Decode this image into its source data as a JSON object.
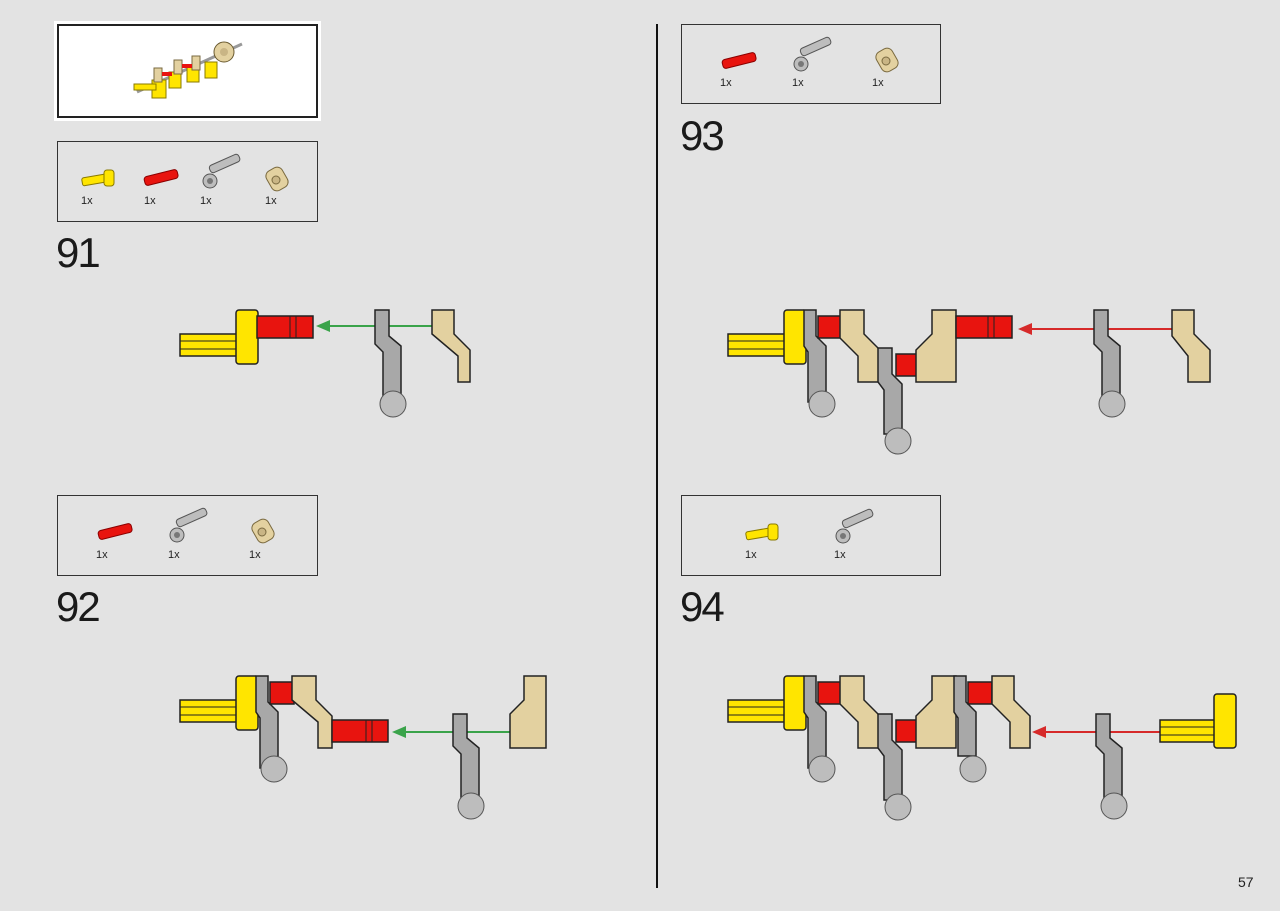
{
  "page_number": "57",
  "steps": [
    {
      "number": "91",
      "parts": [
        {
          "qty": "1x",
          "part": "yellow-axle-with-stop"
        },
        {
          "qty": "1x",
          "part": "red-axle-pin"
        },
        {
          "qty": "1x",
          "part": "gray-crank-arm"
        },
        {
          "qty": "1x",
          "part": "tan-bent-liftarm"
        }
      ]
    },
    {
      "number": "92",
      "parts": [
        {
          "qty": "1x",
          "part": "red-axle-pin"
        },
        {
          "qty": "1x",
          "part": "gray-crank-arm"
        },
        {
          "qty": "1x",
          "part": "tan-bent-liftarm"
        }
      ]
    },
    {
      "number": "93",
      "parts": [
        {
          "qty": "1x",
          "part": "red-axle-pin"
        },
        {
          "qty": "1x",
          "part": "gray-crank-arm"
        },
        {
          "qty": "1x",
          "part": "tan-bent-liftarm"
        }
      ]
    },
    {
      "number": "94",
      "parts": [
        {
          "qty": "1x",
          "part": "yellow-axle-with-stop"
        },
        {
          "qty": "1x",
          "part": "gray-crank-arm"
        }
      ]
    }
  ],
  "colors": {
    "yellow": "#ffe500",
    "red": "#e8140f",
    "gray": "#a8a8a8",
    "tan": "#e3d1a0",
    "arrow_green": "#3aa34a",
    "arrow_red": "#d62a2a"
  }
}
